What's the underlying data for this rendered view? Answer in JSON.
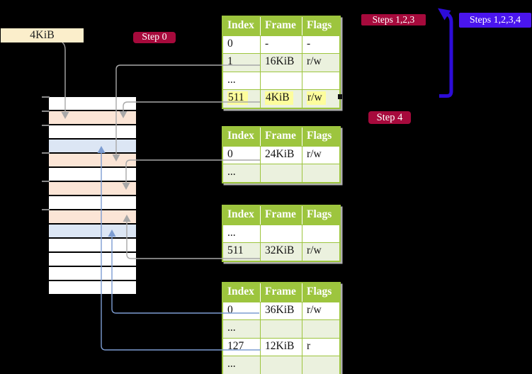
{
  "diagram_title": "page-table-translation-diagram",
  "labels": {
    "frame_size": "4KiB",
    "step0": "Step 0",
    "steps123": "Steps 1,2,3",
    "steps1234": "Steps 1,2,3,4",
    "step4": "Step 4"
  },
  "memory_stack": {
    "rows": [
      {
        "color": "white"
      },
      {
        "color": "peach"
      },
      {
        "color": "white"
      },
      {
        "color": "blue"
      },
      {
        "color": "peach"
      },
      {
        "color": "white"
      },
      {
        "color": "peach"
      },
      {
        "color": "white"
      },
      {
        "color": "peach"
      },
      {
        "color": "blue"
      },
      {
        "color": "white"
      },
      {
        "color": "white"
      },
      {
        "color": "white"
      },
      {
        "color": "white"
      }
    ]
  },
  "tables": [
    {
      "id": "t1",
      "headers": [
        "Index",
        "Frame",
        "Flags"
      ],
      "rows": [
        {
          "cells": [
            "0",
            "-",
            "-"
          ],
          "shaded": false,
          "highlight": false
        },
        {
          "cells": [
            "1",
            "16KiB",
            "r/w"
          ],
          "shaded": true,
          "highlight": false
        },
        {
          "cells": [
            "...",
            "",
            ""
          ],
          "shaded": false,
          "highlight": false
        },
        {
          "cells": [
            "511",
            "4KiB",
            "r/w"
          ],
          "shaded": true,
          "highlight": true
        }
      ]
    },
    {
      "id": "t2",
      "headers": [
        "Index",
        "Frame",
        "Flags"
      ],
      "rows": [
        {
          "cells": [
            "0",
            "24KiB",
            "r/w"
          ],
          "shaded": false,
          "highlight": false
        },
        {
          "cells": [
            "...",
            "",
            ""
          ],
          "shaded": true,
          "highlight": false
        }
      ]
    },
    {
      "id": "t3",
      "headers": [
        "Index",
        "Frame",
        "Flags"
      ],
      "rows": [
        {
          "cells": [
            "...",
            "",
            ""
          ],
          "shaded": false,
          "highlight": false
        },
        {
          "cells": [
            "511",
            "32KiB",
            "r/w"
          ],
          "shaded": true,
          "highlight": false
        }
      ]
    },
    {
      "id": "t4",
      "headers": [
        "Index",
        "Frame",
        "Flags"
      ],
      "rows": [
        {
          "cells": [
            "0",
            "36KiB",
            "r/w"
          ],
          "shaded": false,
          "highlight": false
        },
        {
          "cells": [
            "...",
            "",
            ""
          ],
          "shaded": true,
          "highlight": false
        },
        {
          "cells": [
            "127",
            "12KiB",
            "r"
          ],
          "shaded": false,
          "highlight": false
        },
        {
          "cells": [
            "...",
            "",
            ""
          ],
          "shaded": true,
          "highlight": false
        }
      ]
    }
  ],
  "colors": {
    "background": "#000000",
    "table_header_green": "#9dc53e",
    "table_row_green": "#ebf1de",
    "memory_peach": "#fbe5d6",
    "memory_blue": "#dce6f4",
    "label_crimson": "#a60a3c",
    "label_violet": "#4a15ee",
    "label_cream": "#fbeecb",
    "highlight_yellow": "#fdfd9d",
    "connector_gray": "#a8a8a8",
    "connector_blue": "#7d9dd2",
    "arrow_violet": "#2d0cd8"
  }
}
